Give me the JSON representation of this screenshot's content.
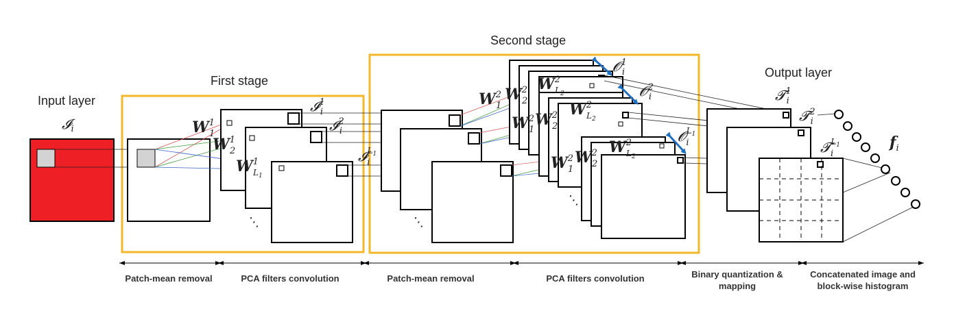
{
  "stages": {
    "input_layer": "Input layer",
    "first_stage": "First stage",
    "second_stage": "Second stage",
    "output_layer": "Output layer"
  },
  "symbols": {
    "input_img": "𝓘",
    "input_sub": "i",
    "stage1_out": "𝓘",
    "stage1_sup1": "1",
    "stage1_sup2": "2",
    "stage1_supL": "L",
    "stage1_supL_sub": "1",
    "W": "W",
    "W1_sup": "1",
    "W1_sub1": "1",
    "W1_sub2": "2",
    "W1_subL": "L",
    "W1_subL_sub": "1",
    "W2_sup": "2",
    "W2_sub1": "1",
    "W2_sub2": "2",
    "W2_subL": "L",
    "W2_subL_sub": "2",
    "O": "𝓞",
    "T": "𝓣",
    "f": "f",
    "f_sub": "i",
    "sub_i": "i",
    "dots": "⋱"
  },
  "captions": {
    "c1": "Patch-mean removal",
    "c2": "PCA filters convolution",
    "c3": "Patch-mean removal",
    "c4": "PCA filters convolution",
    "c5_line1": "Binary quantization &",
    "c5_line2": "mapping",
    "c6_line1": "Concatenated image and",
    "c6_line2": "block-wise histogram"
  },
  "colors": {
    "stage_box": "#F4B72A",
    "input_fill": "#EE1F25",
    "patch_fill": "#D3D3D3",
    "arrow_blue": "#1F6FC0",
    "line_red": "#D9534F",
    "line_green": "#3A9A3A",
    "line_blue": "#3A5FC8"
  }
}
